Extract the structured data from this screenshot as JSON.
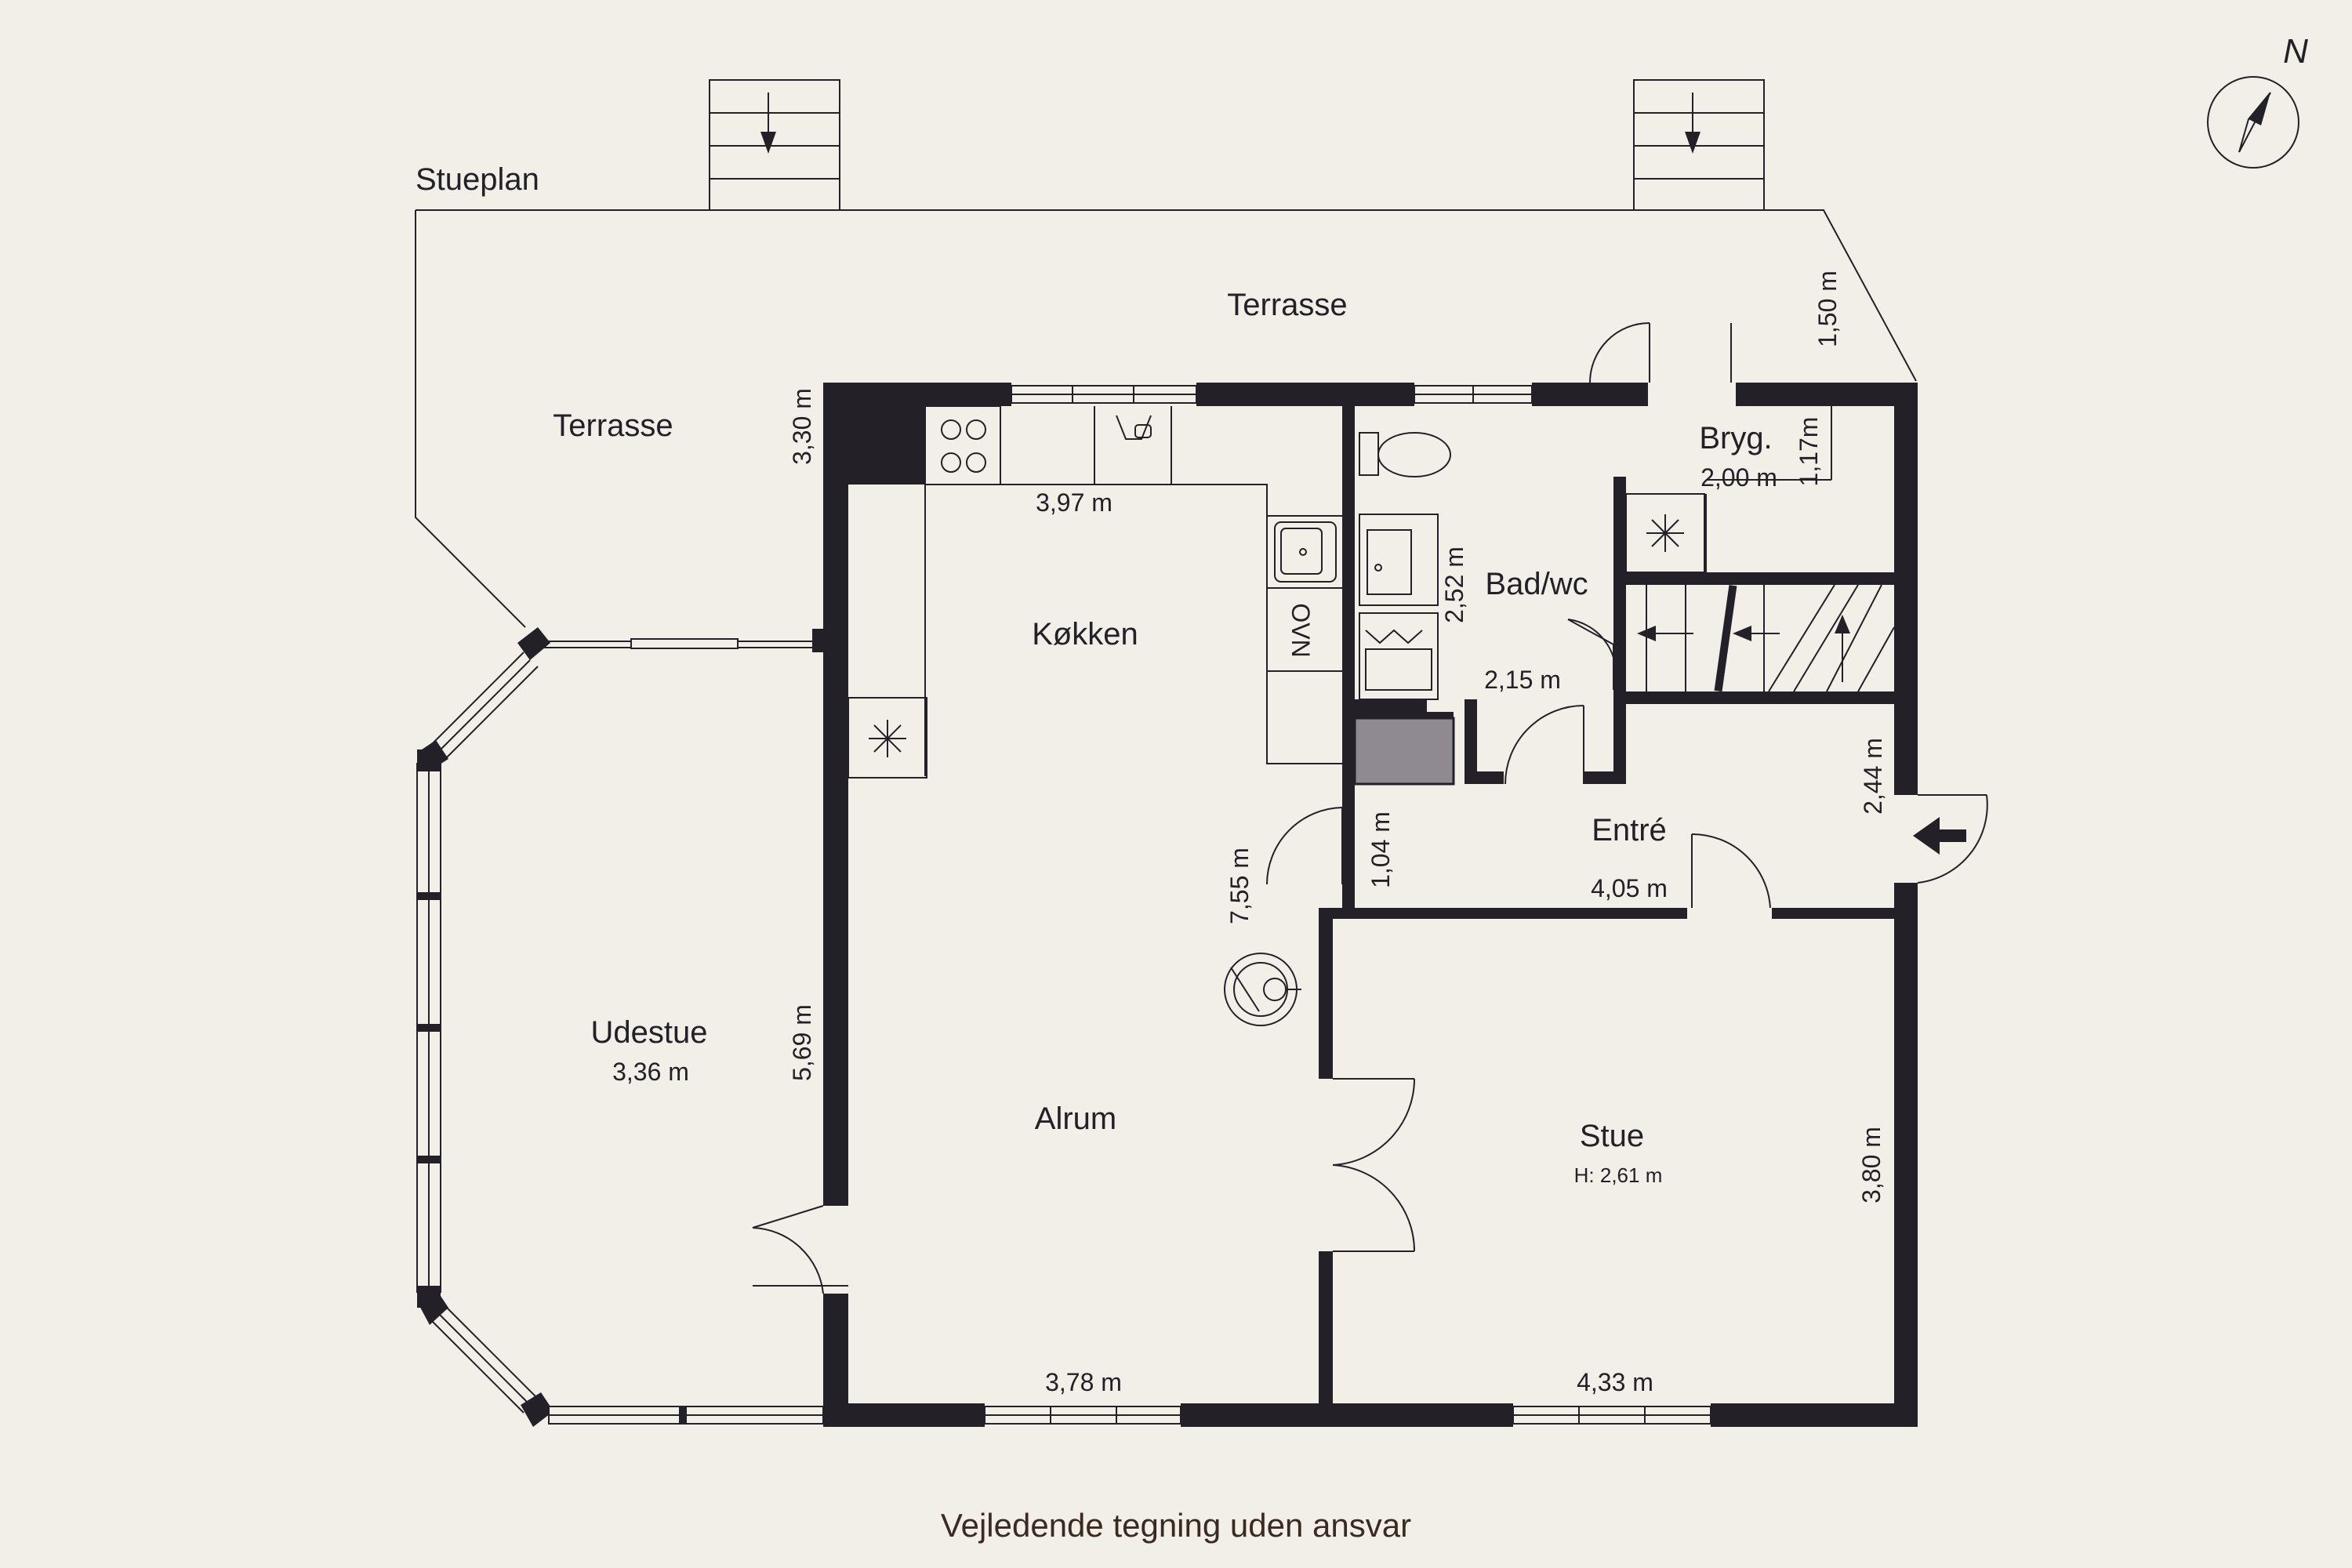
{
  "plan": {
    "title": "Stueplan",
    "footer": "Vejledende tegning uden ansvar",
    "compass_letter": "N",
    "oven_label": "OVN",
    "rooms": {
      "terrasse_top": "Terrasse",
      "terrasse_left": "Terrasse",
      "kokken": "Køkken",
      "bad": "Bad/wc",
      "bryg": "Bryg.",
      "entre": "Entré",
      "udestue": "Udestue",
      "alrum": "Alrum",
      "stue": "Stue"
    },
    "notes": {
      "udestue_width": "3,36 m",
      "bryg_width": "2,00 m",
      "stue_height": "H: 2,61 m"
    },
    "dimensions": {
      "terrasse_depth": "1,50 m",
      "terrasse_left_depth": "3,30 m",
      "kokken_width": "3,97 m",
      "bad_depth": "2,52 m",
      "bad_width": "2,15 m",
      "bryg_depth": "1,17m",
      "entre_depth": "2,44 m",
      "entre_small": "1,04 m",
      "entre_width": "4,05 m",
      "alrum_depth": "7,55 m",
      "udestue_depth": "5,69 m",
      "alrum_width": "3,78 m",
      "stue_depth": "3,80 m",
      "stue_width": "4,33 m"
    },
    "colors": {
      "background": "#f1efe7",
      "wall": "#232028",
      "chimney": "#8f8a91",
      "text_footer": "#3a2a22"
    }
  }
}
